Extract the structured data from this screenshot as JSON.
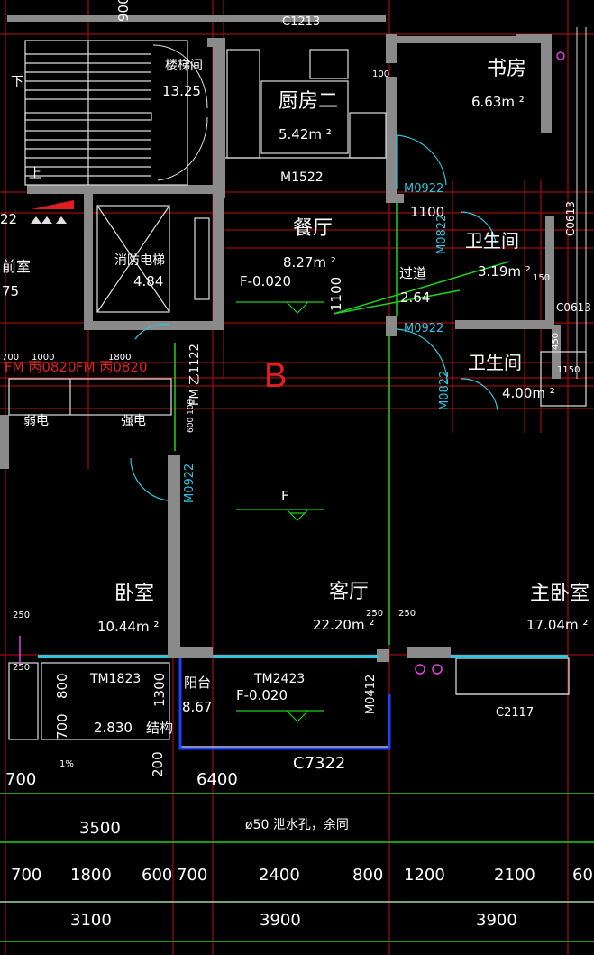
{
  "rooms": {
    "stair": {
      "name": "楼梯间",
      "area": "13.25"
    },
    "kitchen": {
      "name": "厨房二",
      "area": "5.42m ²"
    },
    "study": {
      "name": "书房",
      "area": "6.63m ²"
    },
    "dining": {
      "name": "餐厅",
      "area": "8.27m ²"
    },
    "elevator": {
      "name": "消防电梯",
      "area": "4.84"
    },
    "front_room": {
      "name": "前室",
      "area": "75"
    },
    "corridor": {
      "name": "过道",
      "area": "2.64"
    },
    "bath1": {
      "name": "卫生间",
      "area": "3.19m ²"
    },
    "bath2": {
      "name": "卫生间",
      "area": "4.00m ²"
    },
    "bedroom": {
      "name": "卧室",
      "area": "10.44m ²"
    },
    "living": {
      "name": "客厅",
      "area": "22.20m ²"
    },
    "master": {
      "name": "主卧室",
      "area": "17.04m ²"
    },
    "balcony": {
      "name": "阳台",
      "area": "8.67"
    },
    "weak_elec": {
      "name": "弱电"
    },
    "strong_elec": {
      "name": "强电"
    }
  },
  "tags": {
    "c1213": "C1213",
    "m1522": "M1522",
    "m0922_a": "M0922",
    "m0922_b": "M0922",
    "m0922_c": "M0922",
    "m0822_a": "M0822",
    "m0822_b": "M0822",
    "fm_z1122": "FM 乙1122",
    "fm1": "FM 丙0820",
    "fm2": "FM 丙0820",
    "tm1823": "TM1823",
    "tm2423": "TM2423",
    "m0412": "M0412",
    "c2117": "C2117",
    "c7322": "C7322",
    "c0613a": "C0613",
    "c0613b": "C0613",
    "section_b": "B",
    "down": "下",
    "up": "上",
    "lvl1": "F-0.020",
    "lvl2": "F-0.020",
    "lvl3": "F",
    "structure": "结构",
    "drain_note": "ø50 泄水孔，余同"
  },
  "dims": {
    "d900": "900",
    "d100a": "100",
    "d1100a": "1100",
    "d1100b": "1100",
    "d150": "150",
    "d450": "450",
    "d1150": "1150",
    "d700top": "700",
    "d1000": "1000",
    "d1800top": "1800",
    "d600100": "600 100",
    "d22": "22",
    "d250a": "250",
    "d250b": "250",
    "d250c": "250",
    "d250d": "250",
    "d1300": "1300",
    "d700v": "700",
    "d800v": "800",
    "d2830": "2.830",
    "d200": "200",
    "d1pct": "1%",
    "row1": [
      "700",
      "6400"
    ],
    "row2": [
      "3500"
    ],
    "row3": [
      "700",
      "1800",
      "600",
      "700",
      "2400",
      "800",
      "1200",
      "2100",
      "60"
    ],
    "row4": [
      "3100",
      "3900",
      "3900"
    ]
  },
  "colors": {
    "wall": "#8a8a8a",
    "axis": "#d01010",
    "text": "#ffffff",
    "green": "#1fd01f",
    "cyan": "#28c8e0",
    "yellow": "#e0e000",
    "blue": "#2040ff",
    "magenta": "#e040e0",
    "annot_red": "#e02020"
  }
}
